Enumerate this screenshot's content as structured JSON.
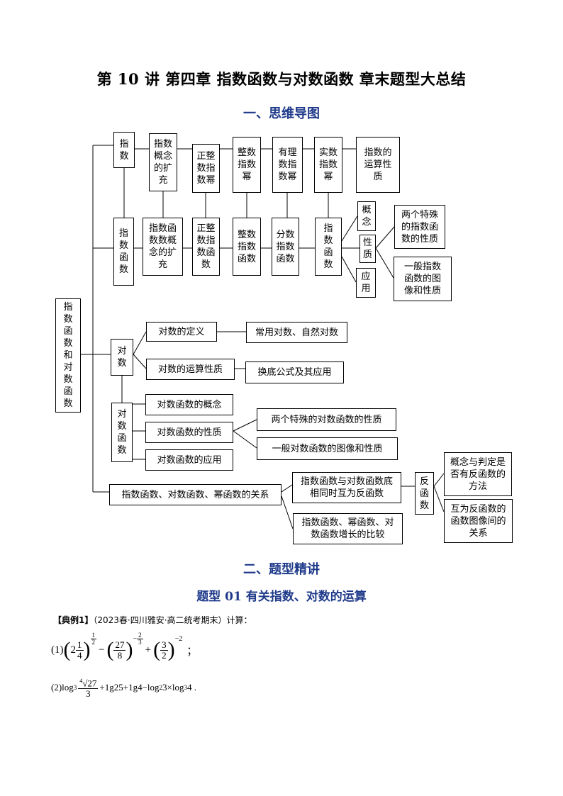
{
  "title": "第 10 讲 第四章 指数函数与对数函数 章末题型大总结",
  "sections": {
    "mindmap_heading": "一、思维导图",
    "types_heading": "二、题型精讲",
    "type01_heading": "题型 01 有关指数、对数的运算"
  },
  "mindmap": {
    "root": "指数函数和对数函数",
    "n_zhishu": "指数",
    "n_gainian_kuochong_1": "指数概念的扩充",
    "n_zhengzheng_mi": "正整数指数幂",
    "n_zhengshu_mi": "整数指数幂",
    "n_youli_mi": "有理数指数幂",
    "n_shishu_mi": "实数指数幂",
    "n_yunsuan_xingzhi": "指数的运算性质",
    "n_zhishu_hanshu": "指数函数",
    "n_hs_gainian_kuochong": "指数函数数概念的扩充",
    "n_zhengzheng_hanshu": "正整数指数函数",
    "n_zhengshu_hanshu": "整数指数函数",
    "n_fenshu_hanshu": "分数指数函数",
    "n_zhishu_hanshu_2": "指数函数",
    "n_gainian": "概念",
    "n_xingzhi": "性质",
    "n_yingyong": "应用",
    "n_liangge_teshu_zhishu": "两个特殊的指数函数的性质",
    "n_yiban_zhishu": "一般指数函数的图像和性质",
    "n_duishu": "对数",
    "n_duishu_dingyi": "对数的定义",
    "n_changyong": "常用对数、自然对数",
    "n_duishu_yunsuan": "对数的运算性质",
    "n_huandi": "换底公式及其应用",
    "n_duishu_hanshu": "对数函数",
    "n_ds_gainian": "对数函数的概念",
    "n_ds_xingzhi": "对数函数的性质",
    "n_ds_yingyong": "对数函数的应用",
    "n_liangge_teshu_duishu": "两个特殊的对数函数的性质",
    "n_yiban_duishu": "一般对数函数的图像和性质",
    "n_guanxi": "指数函数、对数函数、幂函数的关系",
    "n_hufan": "指数函数与对数函数底相同时互为反函数",
    "n_zengzhang": "指数函数、幂函数、对数函数增长的比较",
    "n_fanhanshu": "反函数",
    "n_fan_gainian": "概念与判定是否有反函数的方法",
    "n_fan_tuxiang": "互为反函数的函数图像间的关系"
  },
  "example": {
    "label": "【典例1】",
    "source": "（2023春·四川雅安·高二统考期末）计算：",
    "p1": "(1)",
    "p2": "(2)log",
    "p2_tail": "+1g25+1g4−log",
    "p2_tail2": "3×log",
    "p2_end": "4 .",
    "semicolon": "；"
  }
}
